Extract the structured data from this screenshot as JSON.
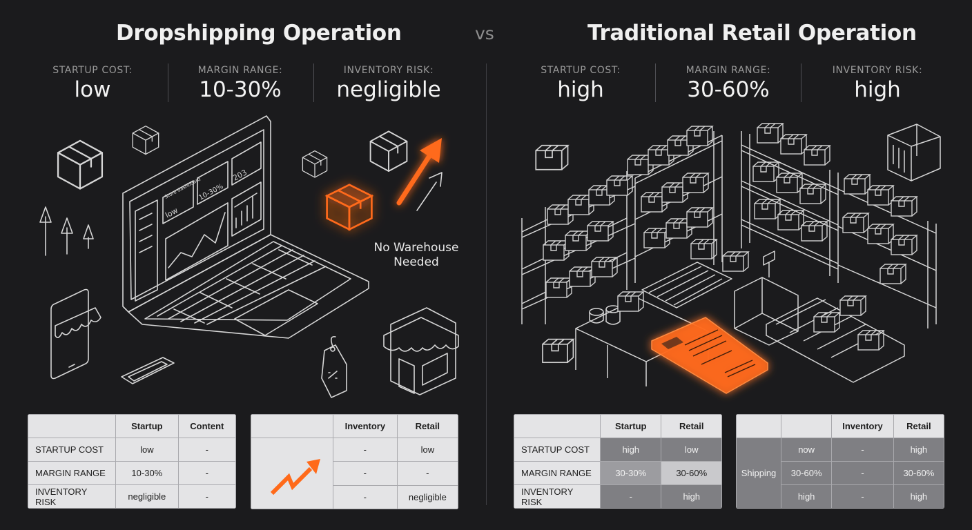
{
  "left": {
    "title": "Dropshipping Operation",
    "stats": [
      {
        "label": "STARTUP COST:",
        "value": "low"
      },
      {
        "label": "MARGIN RANGE:",
        "value": "10-30%"
      },
      {
        "label": "INVENTORY RISK:",
        "value": "negligible"
      }
    ],
    "annotation": "No Warehouse Needed",
    "screen": {
      "heading": "Store dashboard",
      "card1": "low",
      "card2": "10-30%",
      "card3": "203"
    },
    "table1": {
      "headers": [
        "",
        "Startup",
        "Content"
      ],
      "rows": [
        [
          "STARTUP COST",
          "low",
          "-"
        ],
        [
          "MARGIN RANGE",
          "10-30%",
          "-"
        ],
        [
          "INVENTORY RISK",
          "negligible",
          "-"
        ]
      ]
    },
    "table2": {
      "headers": [
        "",
        "Inventory",
        "Retail"
      ],
      "rows": [
        [
          "-",
          "low"
        ],
        [
          "-",
          "-"
        ],
        [
          "-",
          "negligible"
        ]
      ]
    }
  },
  "vs": "vs",
  "right": {
    "title": "Traditional Retail Operation",
    "stats": [
      {
        "label": "STARTUP COST:",
        "value": "high"
      },
      {
        "label": "MARGIN RANGE:",
        "value": "30-60%"
      },
      {
        "label": "INVENTORY RISK:",
        "value": "high"
      }
    ],
    "table1": {
      "headers": [
        "",
        "Startup",
        "Retail"
      ],
      "rows": [
        [
          "STARTUP COST",
          "high",
          "low"
        ],
        [
          "MARGIN RANGE",
          "30-30%",
          "30-60%"
        ],
        [
          "INVENTORY RISK",
          "-",
          "high"
        ]
      ]
    },
    "table2": {
      "headers": [
        "",
        "",
        "Inventory",
        "Retail"
      ],
      "row_label": "Shipping",
      "rows": [
        [
          "now",
          "-",
          "high"
        ],
        [
          "30-60%",
          "-",
          "30-60%"
        ],
        [
          "high",
          "-",
          "high"
        ]
      ]
    }
  },
  "colors": {
    "background": "#1b1b1d",
    "accent": "#ff6a1a",
    "line": "#d6d6d6"
  }
}
